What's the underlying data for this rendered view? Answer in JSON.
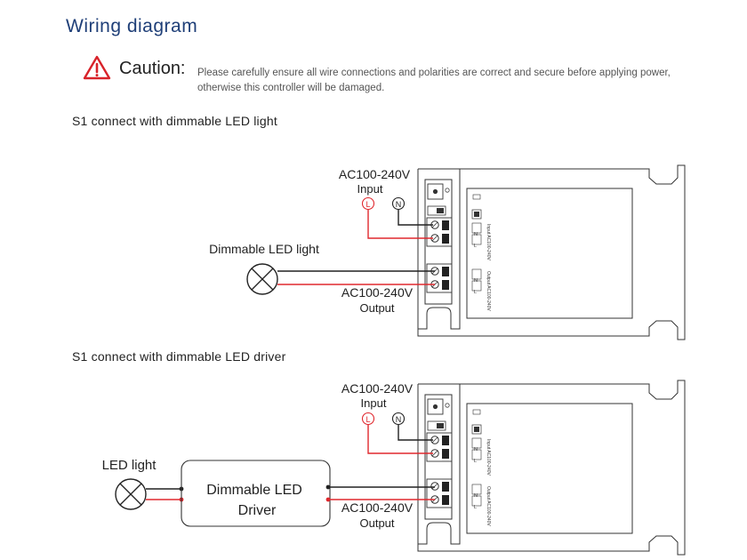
{
  "title": "Wiring diagram",
  "caution": {
    "label": "Caution:",
    "text": "Please carefully ensure all wire connections and polarities are correct and secure before applying power, otherwise this controller will be damaged."
  },
  "section1": {
    "heading": "S1 connect with dimmable LED light",
    "input_voltage": "AC100-240V",
    "input_label": "Input",
    "output_voltage": "AC100-240V",
    "output_label": "Output",
    "load_label": "Dimmable LED light",
    "live": "L",
    "neutral": "N"
  },
  "section2": {
    "heading": "S1 connect with dimmable LED driver",
    "input_voltage": "AC100-240V",
    "input_label": "Input",
    "output_voltage": "AC100-240V",
    "output_label": "Output",
    "light_label": "LED light",
    "driver_line1": "Dimmable LED",
    "driver_line2": "Driver",
    "live": "L",
    "neutral": "N"
  },
  "device": {
    "terminal_n": "N",
    "terminal_l": "L",
    "input_marking": "Input AC100-240V",
    "output_marking": "Output AC100-240V"
  },
  "colors": {
    "title": "#1f3f78",
    "live_wire": "#e0282e",
    "neutral_wire": "#222222",
    "warning": "#d8232a"
  }
}
